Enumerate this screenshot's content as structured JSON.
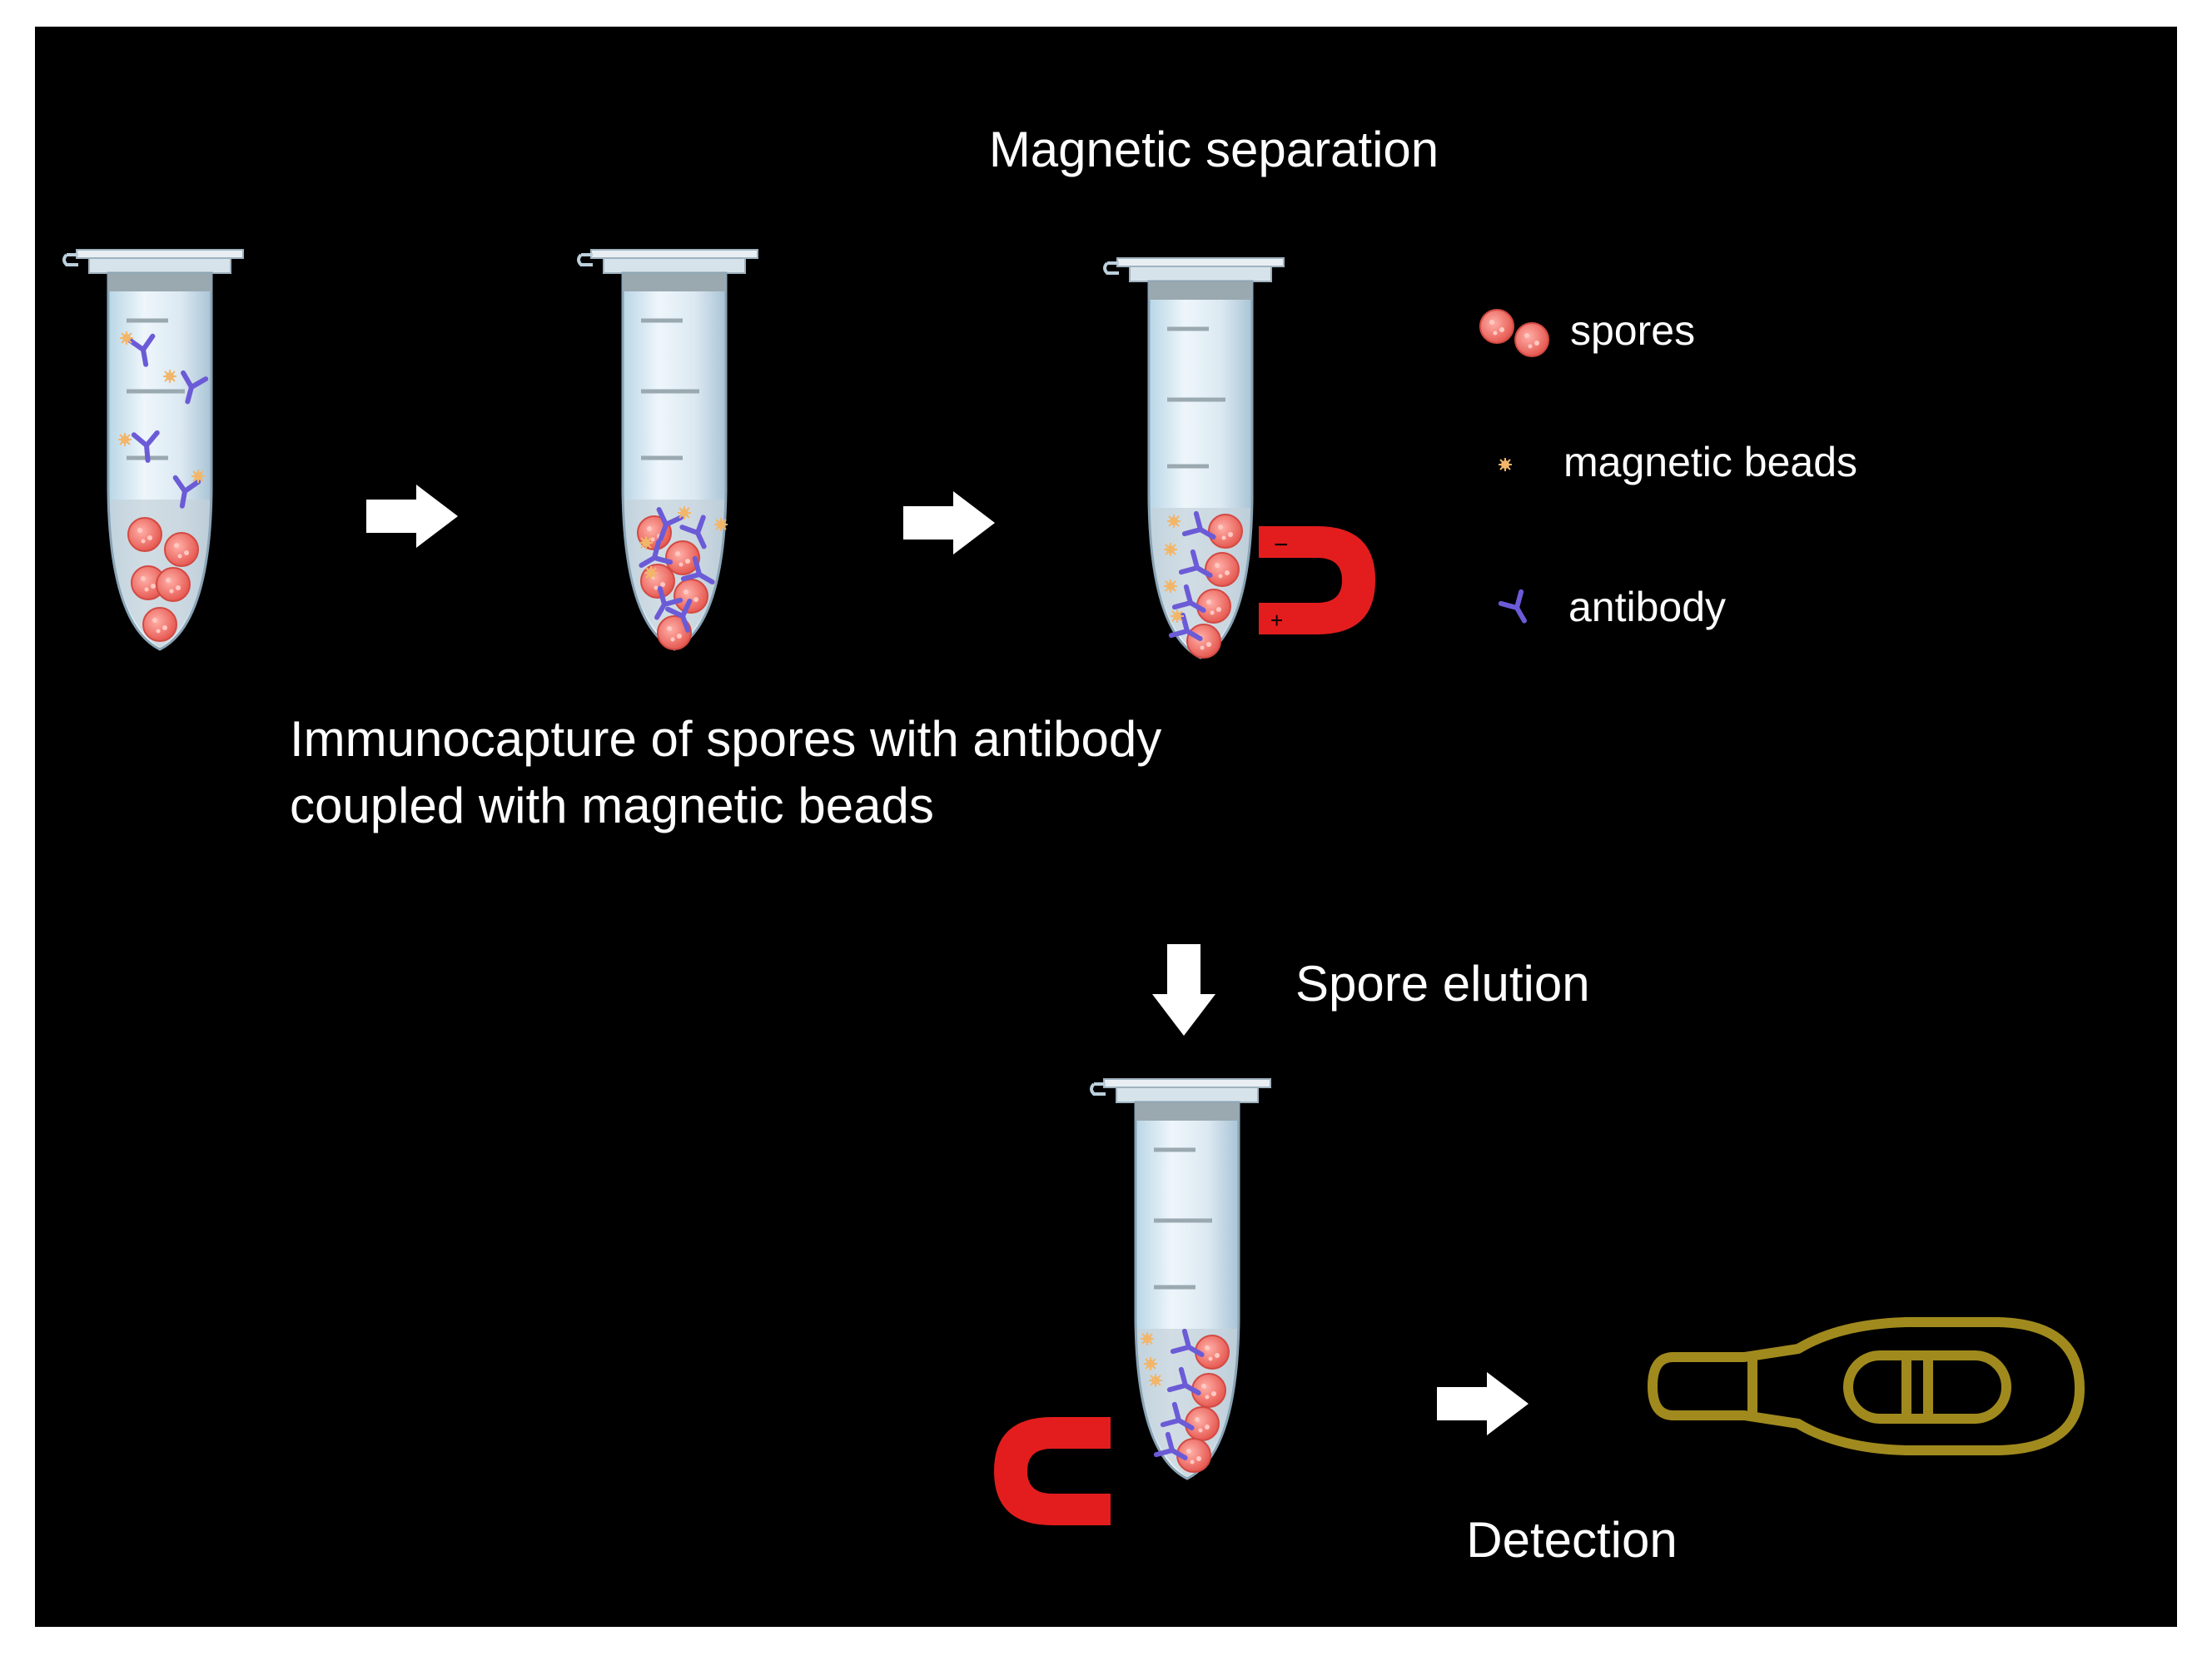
{
  "labels": {
    "magnetic_separation": "Magnetic separation",
    "immunocapture_line1": "Immunocapture of spores with antibody",
    "immunocapture_line2": "coupled with magnetic beads",
    "spore_elution": "Spore elution",
    "detection": "Detection"
  },
  "legend": {
    "spores": "spores",
    "magnetic_beads": "magnetic beads",
    "antibody": "antibody"
  },
  "magnets": {
    "top": {
      "pole_upper": "−",
      "pole_lower": "+"
    },
    "bottom": {
      "pole_upper": "+",
      "pole_lower": "−"
    }
  },
  "colors": {
    "background": "#000000",
    "frame": "#ffffff",
    "text": "#ffffff",
    "spore": "#f0706a",
    "bead": "#f2b66a",
    "antibody": "#6b5bd6",
    "magnet": "#e31d1d",
    "lateral_flow": "#a08a1e",
    "arrow": "#ffffff"
  }
}
